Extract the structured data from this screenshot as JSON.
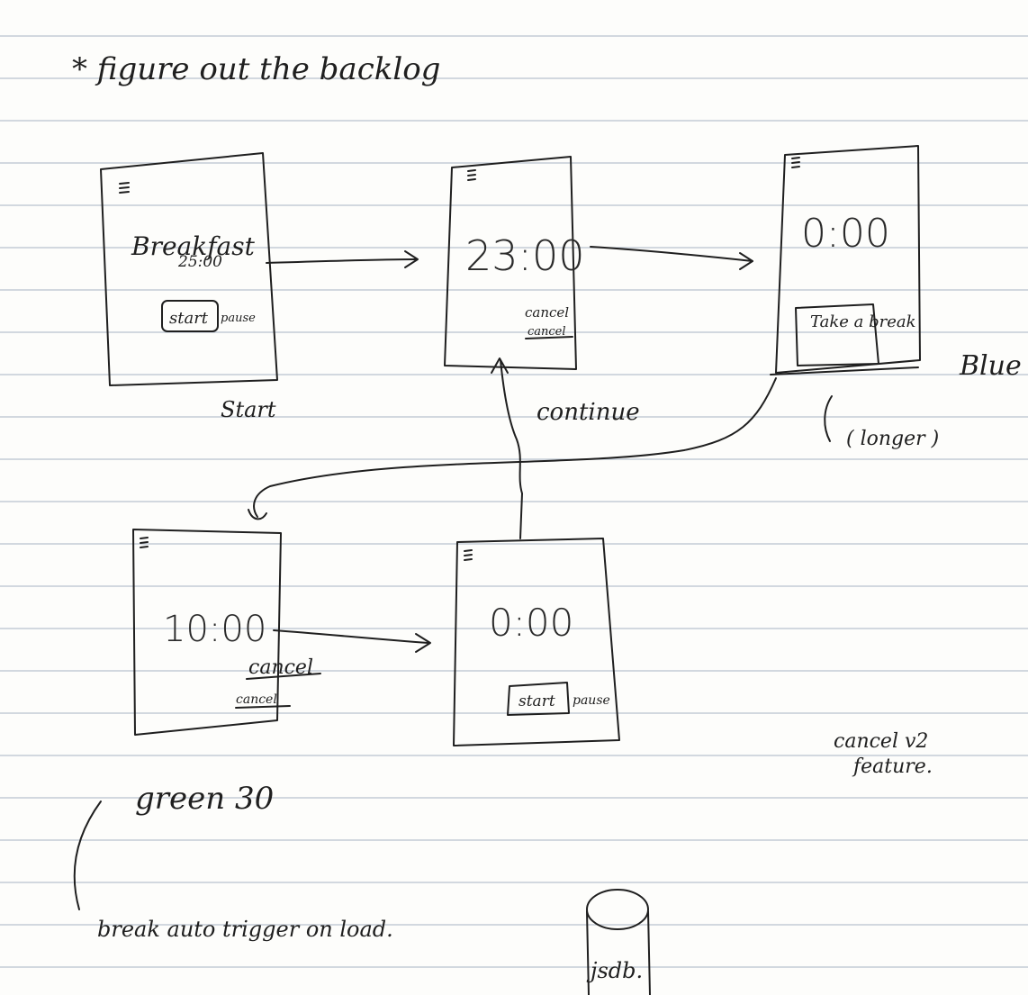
{
  "note": {
    "title": "* figure out the backlog",
    "screens": {
      "start": {
        "menu_icon": "hamburger-icon",
        "heading": "Breakfast",
        "time": "25:00",
        "button": "start",
        "button_aside": "pause",
        "caption": "Start"
      },
      "running": {
        "menu_icon": "hamburger-icon",
        "time": "23:00",
        "action": "cancel",
        "action_aside": "cancel"
      },
      "done": {
        "menu_icon": "hamburger-icon",
        "time": "0:00",
        "button": "Take a break",
        "side_note": "Blue",
        "sub_note": "( longer )"
      },
      "break_running": {
        "menu_icon": "hamburger-icon",
        "time": "10:00",
        "action": "cancel",
        "action_aside": "cancel"
      },
      "break_done": {
        "menu_icon": "hamburger-icon",
        "time": "0:00",
        "button": "start",
        "button_aside": "pause"
      }
    },
    "arrow_labels": {
      "return": "continue"
    },
    "notes": {
      "cancel_v2": [
        "cancel v2",
        "feature."
      ],
      "green": "green 30",
      "break": "break auto trigger on load."
    },
    "db_label": "jsdb.",
    "colors": {
      "ink": "#1f1f1f",
      "paper": "#fdfdfb",
      "rule": "#b9c2ce"
    }
  }
}
